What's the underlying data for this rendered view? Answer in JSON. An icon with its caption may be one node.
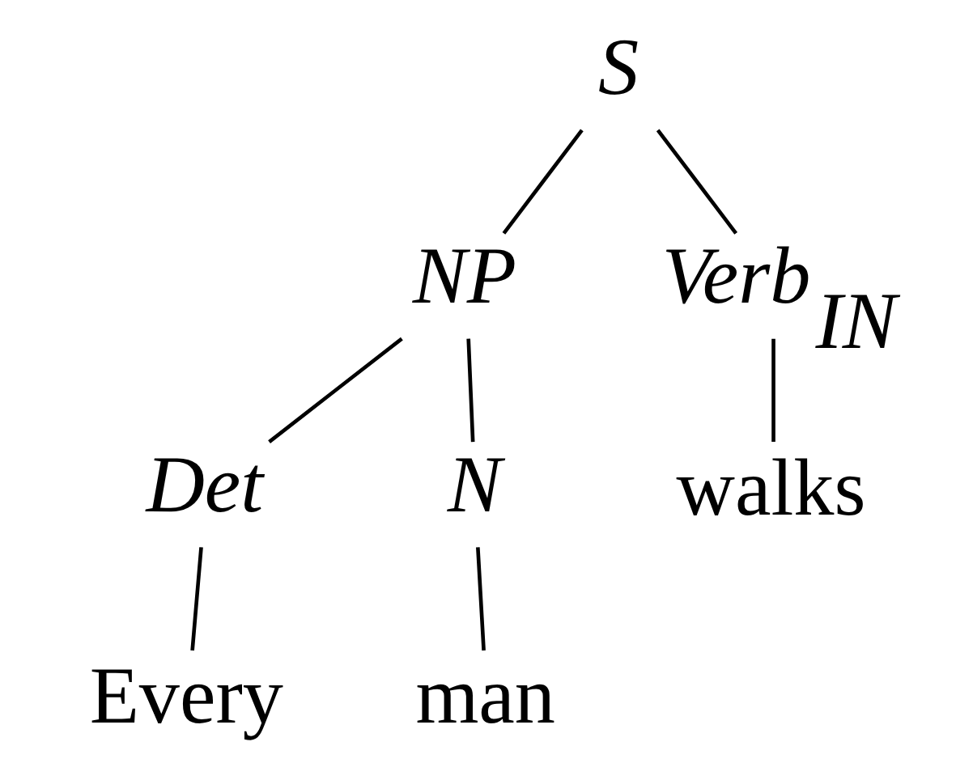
{
  "diagram": {
    "nodes": [
      {
        "text": [
          "S"
        ]
      },
      {
        "text": [
          "NP"
        ]
      },
      {
        "text": [
          "Verb$_{IN}$"
        ]
      },
      {
        "text": [
          "Det"
        ]
      },
      {
        "text": [
          "N"
        ]
      },
      {
        "text": [
          "walks"
        ]
      },
      {
        "text": [
          "Every"
        ]
      },
      {
        "text": [
          "man"
        ]
      }
    ],
    "edges": [
      {
        "from": 0,
        "to": 1,
        "arrow": "none"
      },
      {
        "from": 0,
        "to": 2,
        "arrow": "none"
      },
      {
        "from": 1,
        "to": 3,
        "arrow": "none"
      },
      {
        "from": 1,
        "to": 4,
        "arrow": "none"
      },
      {
        "from": 2,
        "to": 5,
        "arrow": "none"
      },
      {
        "from": 3,
        "to": 6,
        "arrow": "none"
      },
      {
        "from": 4,
        "to": 7,
        "arrow": "none"
      }
    ]
  }
}
